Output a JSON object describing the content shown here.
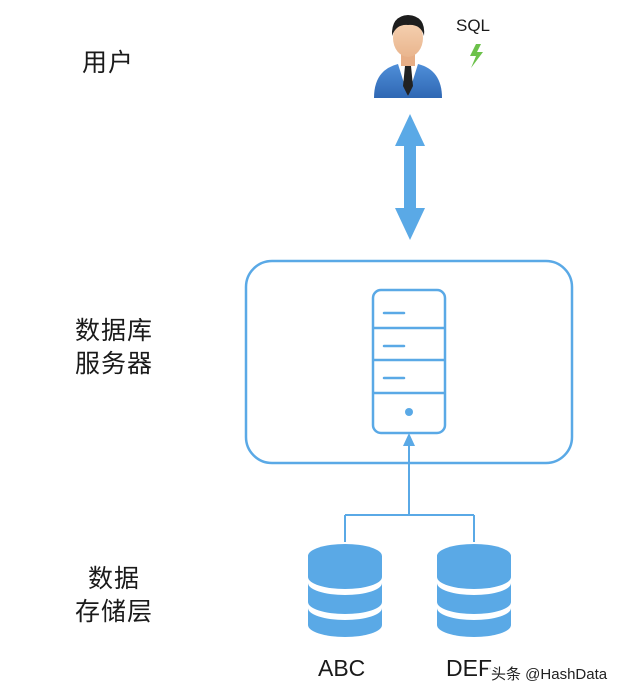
{
  "labels": {
    "user": "用户",
    "server_line1": "数据库",
    "server_line2": "服务器",
    "storage_line1": "数据",
    "storage_line2": "存储层"
  },
  "sql_label": "SQL",
  "databases": [
    "ABC",
    "DEF"
  ],
  "watermark": "头条 @HashData",
  "colors": {
    "blue": "#5aa9e6",
    "green": "#6cc14a",
    "suit": "#3d78c4"
  }
}
